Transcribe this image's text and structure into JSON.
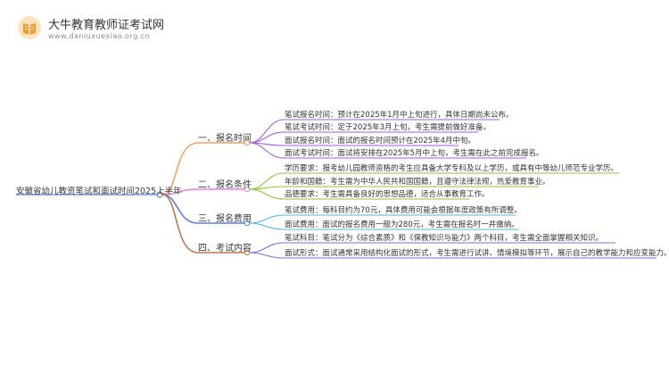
{
  "header": {
    "site_title": "大牛教育教师证考试网",
    "site_url": "www.daniuxuexiao.org.cn"
  },
  "colors": {
    "branch1": "#f5a35a",
    "branch2": "#e383d6",
    "branch3": "#5b7ee0",
    "branch4": "#b87a4f",
    "leaf1": "#a55be0",
    "leaf2": "#93c23e",
    "leaf3": "#4fb9d9",
    "leaf4": "#7a6fe0"
  },
  "mindmap": {
    "root": "安徽省幼儿教资笔试和面试时间2025上半年",
    "branches": [
      {
        "label": "一、报名时间",
        "items": [
          "笔试报名时间：预计在2025年1月中上旬进行，具体日期尚未公布。",
          "笔试考试时间：定于2025年3月上旬，考生需提前做好准备。",
          "面试报名时间：面试的报名时间预计在2025年4月中旬。",
          "面试考试时间：面试将安排在2025年5月中上旬，考生需在此之前完成报名。"
        ]
      },
      {
        "label": "二、报名条件",
        "items": [
          "学历要求：报考幼儿园教师资格的考生应具备大学专科及以上学历，或具有中等幼儿师范专业学历。",
          "年龄和国籍：考生需为中华人民共和国国籍，且遵守法律法规，热爱教育事业。",
          "品德要求：考生需具备良好的思想品德，适合从事教育工作。"
        ]
      },
      {
        "label": "三、报名费用",
        "items": [
          "笔试费用：每科目约为70元，具体费用可能会根据年度政策有所调整。",
          "面试费用：面试的报名费用一般为280元，考生需在报名时一并缴纳。"
        ]
      },
      {
        "label": "四、考试内容",
        "items": [
          "笔试科目：笔试分为《综合素质》和《保教知识与能力》两个科目，考生需全面掌握相关知识。",
          "面试形式：面试通常采用结构化面试的形式，考生需进行试讲、情境模拟等环节，展示自己的教学能力和应变能力。"
        ]
      }
    ]
  }
}
